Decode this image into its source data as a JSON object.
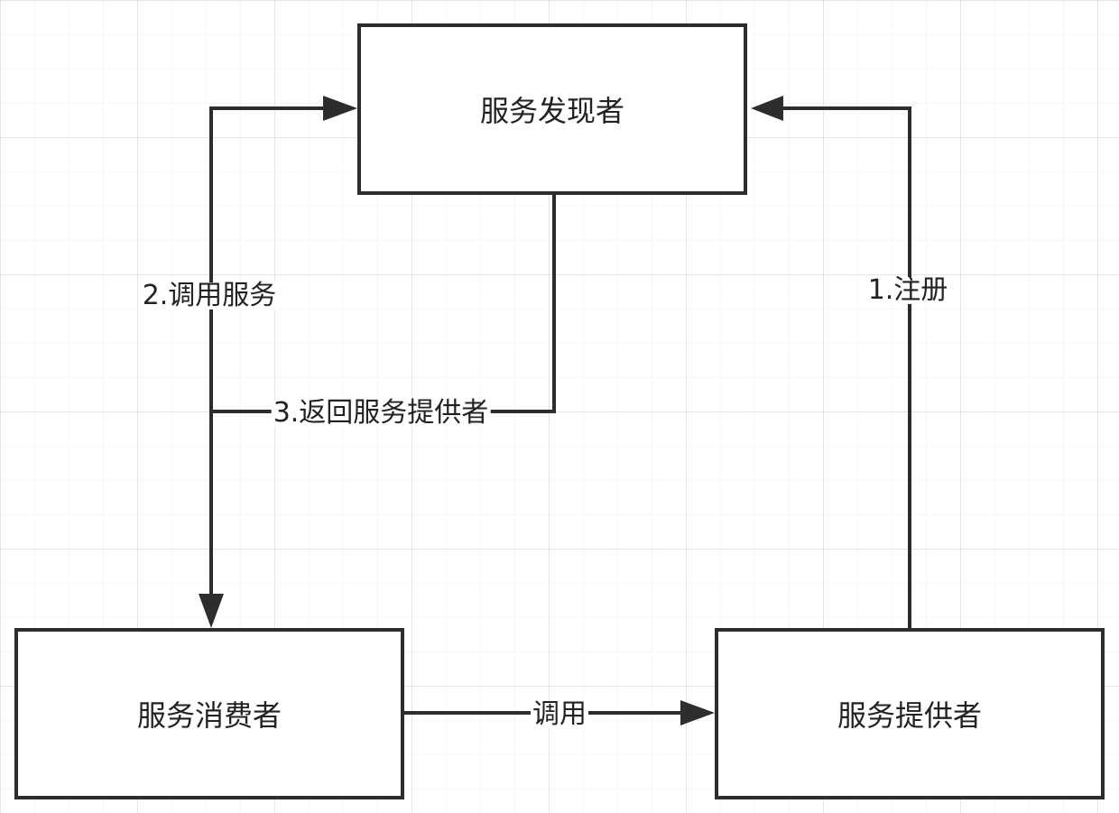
{
  "nodes": {
    "discovery": {
      "label": "服务发现者"
    },
    "consumer": {
      "label": "服务消费者"
    },
    "provider": {
      "label": "服务提供者"
    }
  },
  "edges": {
    "register": {
      "label": "1.注册"
    },
    "invoke_service": {
      "label": "2.调用服务"
    },
    "return_provider": {
      "label": "3.返回服务提供者"
    },
    "call": {
      "label": "调用"
    }
  },
  "colors": {
    "stroke": "#2d2d2d",
    "text": "#222222",
    "background": "#ffffff"
  }
}
